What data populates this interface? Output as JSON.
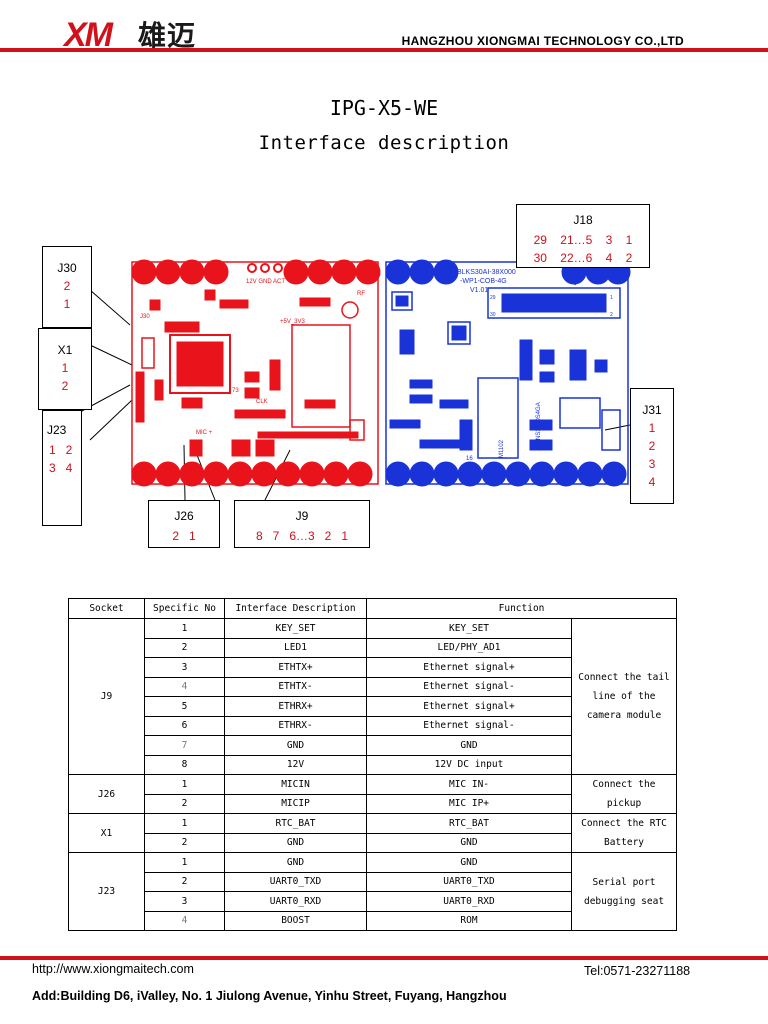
{
  "header": {
    "logo_latin": "XM",
    "logo_cn": "雄迈",
    "company": "HANGZHOU XIONGMAI TECHNOLOGY CO.,LTD",
    "accent_color": "#d0101a"
  },
  "titles": {
    "model": "IPG-X5-WE",
    "subtitle": "Interface description"
  },
  "board_front": {
    "silk_top": "12V GND ACT",
    "silk_rf": "RF",
    "silk_j30": "J30",
    "silk_55": "+5V_3V3",
    "silk_mic": "MIC +",
    "silk_73": "73",
    "silk_clk": "CLK",
    "color": "#e8131b"
  },
  "board_back": {
    "silk_label1": "BLKS30AI-38X000",
    "silk_label2": "-WP1-COB-4G",
    "silk_ver": "V1.01",
    "silk_29": "29",
    "silk_30": "30",
    "silk_1": "1",
    "silk_2": "2",
    "silk_m": "M1102",
    "silk_side": "NS3330S4GA",
    "silk_16": "16",
    "color": "#1a33d8"
  },
  "callouts": {
    "j30": {
      "label": "J30",
      "pins": [
        "2",
        "1"
      ]
    },
    "x1": {
      "label": "X1",
      "pins": [
        "1",
        "2"
      ]
    },
    "j23": {
      "label": "J23",
      "row1": "1   2",
      "row2": "3   4"
    },
    "j18": {
      "label": "J18",
      "row1": "29    21…5    3    1",
      "row2": "30    22…6    4    2"
    },
    "j31": {
      "label": "J31",
      "pins": [
        "1",
        "2",
        "3",
        "4"
      ]
    },
    "j26": {
      "label": "J26",
      "row1": "2   1"
    },
    "j9": {
      "label": "J9",
      "row1": "8   7   6…3   2   1"
    }
  },
  "table": {
    "headers": [
      "Socket",
      "Specific No",
      "Interface Description",
      "Function"
    ],
    "groups": [
      {
        "socket": "J9",
        "function_lines": [
          "Connect the tail",
          "line of the",
          "camera module"
        ],
        "rows": [
          [
            "1",
            "KEY_SET",
            "KEY_SET"
          ],
          [
            "2",
            "LED1",
            "LED/PHY_AD1"
          ],
          [
            "3",
            "ETHTX+",
            "Ethernet signal+"
          ],
          [
            "4",
            "ETHTX-",
            "Ethernet signal-"
          ],
          [
            "5",
            "ETHRX+",
            "Ethernet signal+"
          ],
          [
            "6",
            "ETHRX-",
            "Ethernet signal-"
          ],
          [
            "7",
            "GND",
            "GND"
          ],
          [
            "8",
            "12V",
            "12V DC input"
          ]
        ]
      },
      {
        "socket": "J26",
        "function_lines": [
          "Connect the",
          "pickup"
        ],
        "rows": [
          [
            "1",
            "MICIN",
            "MIC IN-"
          ],
          [
            "2",
            "MICIP",
            "MIC IP+"
          ]
        ]
      },
      {
        "socket": "X1",
        "function_lines": [
          "Connect the RTC",
          "Battery"
        ],
        "rows": [
          [
            "1",
            "RTC_BAT",
            "RTC_BAT"
          ],
          [
            "2",
            "GND",
            "GND"
          ]
        ]
      },
      {
        "socket": "J23",
        "function_lines": [
          "Serial port",
          "debugging seat"
        ],
        "rows": [
          [
            "1",
            "GND",
            "GND"
          ],
          [
            "2",
            "UART0_TXD",
            "UART0_TXD"
          ],
          [
            "3",
            "UART0_RXD",
            "UART0_RXD"
          ],
          [
            "4",
            "BOOST",
            "ROM"
          ]
        ]
      }
    ]
  },
  "footer": {
    "url": "http://www.xiongmaitech.com",
    "tel": "Tel:0571-23271188",
    "address": "Add:Building D6, iValley, No. 1 Jiulong Avenue, Yinhu Street, Fuyang, Hangzhou"
  }
}
